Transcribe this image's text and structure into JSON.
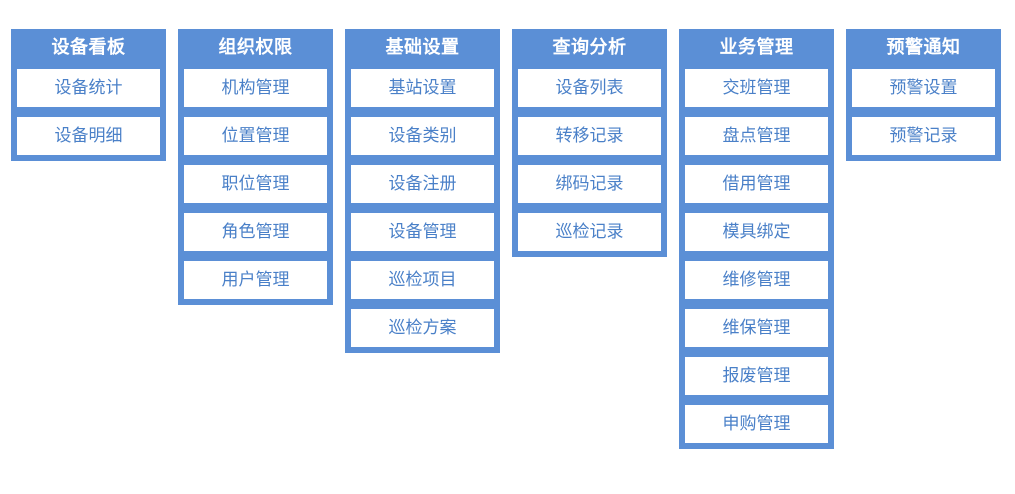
{
  "columns": [
    {
      "title": "设备看板",
      "items": [
        "设备统计",
        "设备明细"
      ]
    },
    {
      "title": "组织权限",
      "items": [
        "机构管理",
        "位置管理",
        "职位管理",
        "角色管理",
        "用户管理"
      ]
    },
    {
      "title": "基础设置",
      "items": [
        "基站设置",
        "设备类别",
        "设备注册",
        "设备管理",
        "巡检项目",
        "巡检方案"
      ]
    },
    {
      "title": "查询分析",
      "items": [
        "设备列表",
        "转移记录",
        "绑码记录",
        "巡检记录"
      ]
    },
    {
      "title": "业务管理",
      "items": [
        "交班管理",
        "盘点管理",
        "借用管理",
        "模具绑定",
        "维修管理",
        "维保管理",
        "报废管理",
        "申购管理"
      ]
    },
    {
      "title": "预警通知",
      "items": [
        "预警设置",
        "预警记录"
      ]
    }
  ],
  "colors": {
    "panel": "#5b8fd6",
    "item_text": "#4a80c8",
    "title_text": "#ffffff"
  }
}
